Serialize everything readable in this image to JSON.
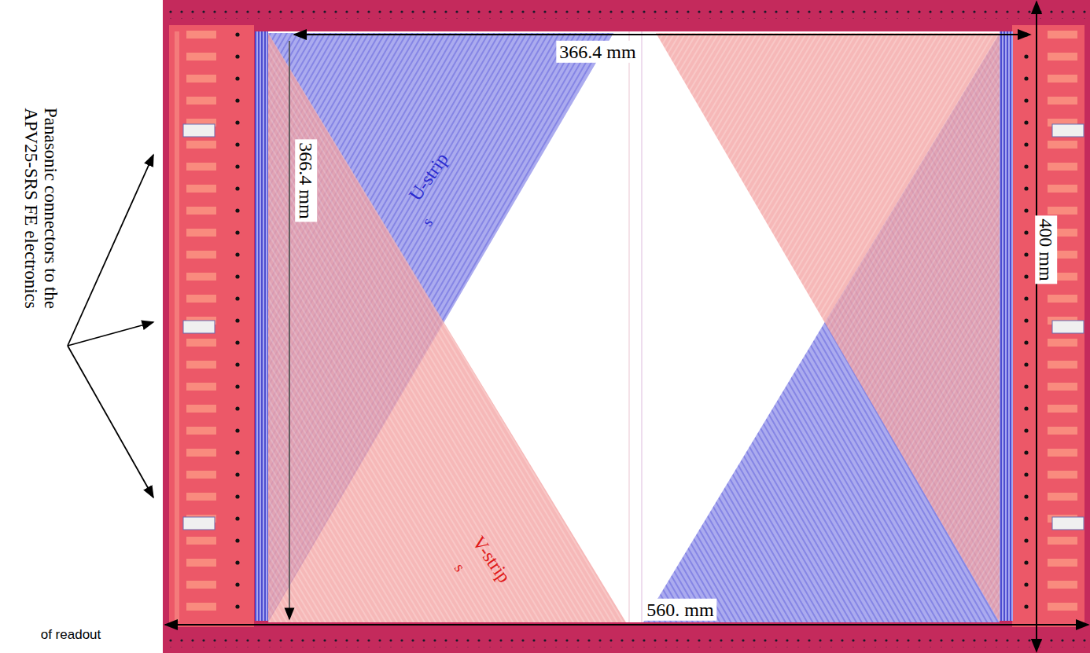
{
  "diagram": {
    "labels": [
      "366.4 mm",
      "U-strip",
      "s",
      "366.4 mm",
      "400 mm",
      "Panasonic connectors to the APV25-SRS FE electronics",
      "V-strip",
      "s",
      "560. mm",
      "of readout"
    ]
  }
}
